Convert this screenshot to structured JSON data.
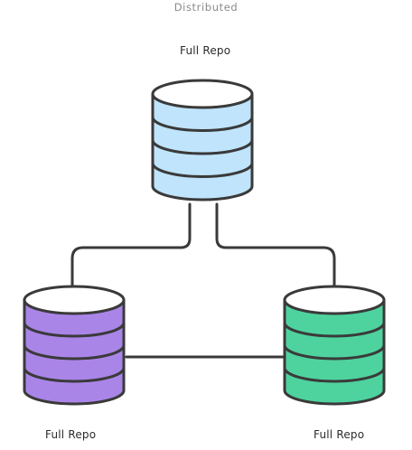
{
  "title": "Distributed",
  "repos": [
    {
      "label": "Full Repo",
      "color": "#bfe4fb"
    },
    {
      "label": "Full Repo",
      "color": "#aa85e8"
    },
    {
      "label": "Full Repo",
      "color": "#4ed39e"
    }
  ],
  "stroke_color": "#3a3a3a"
}
